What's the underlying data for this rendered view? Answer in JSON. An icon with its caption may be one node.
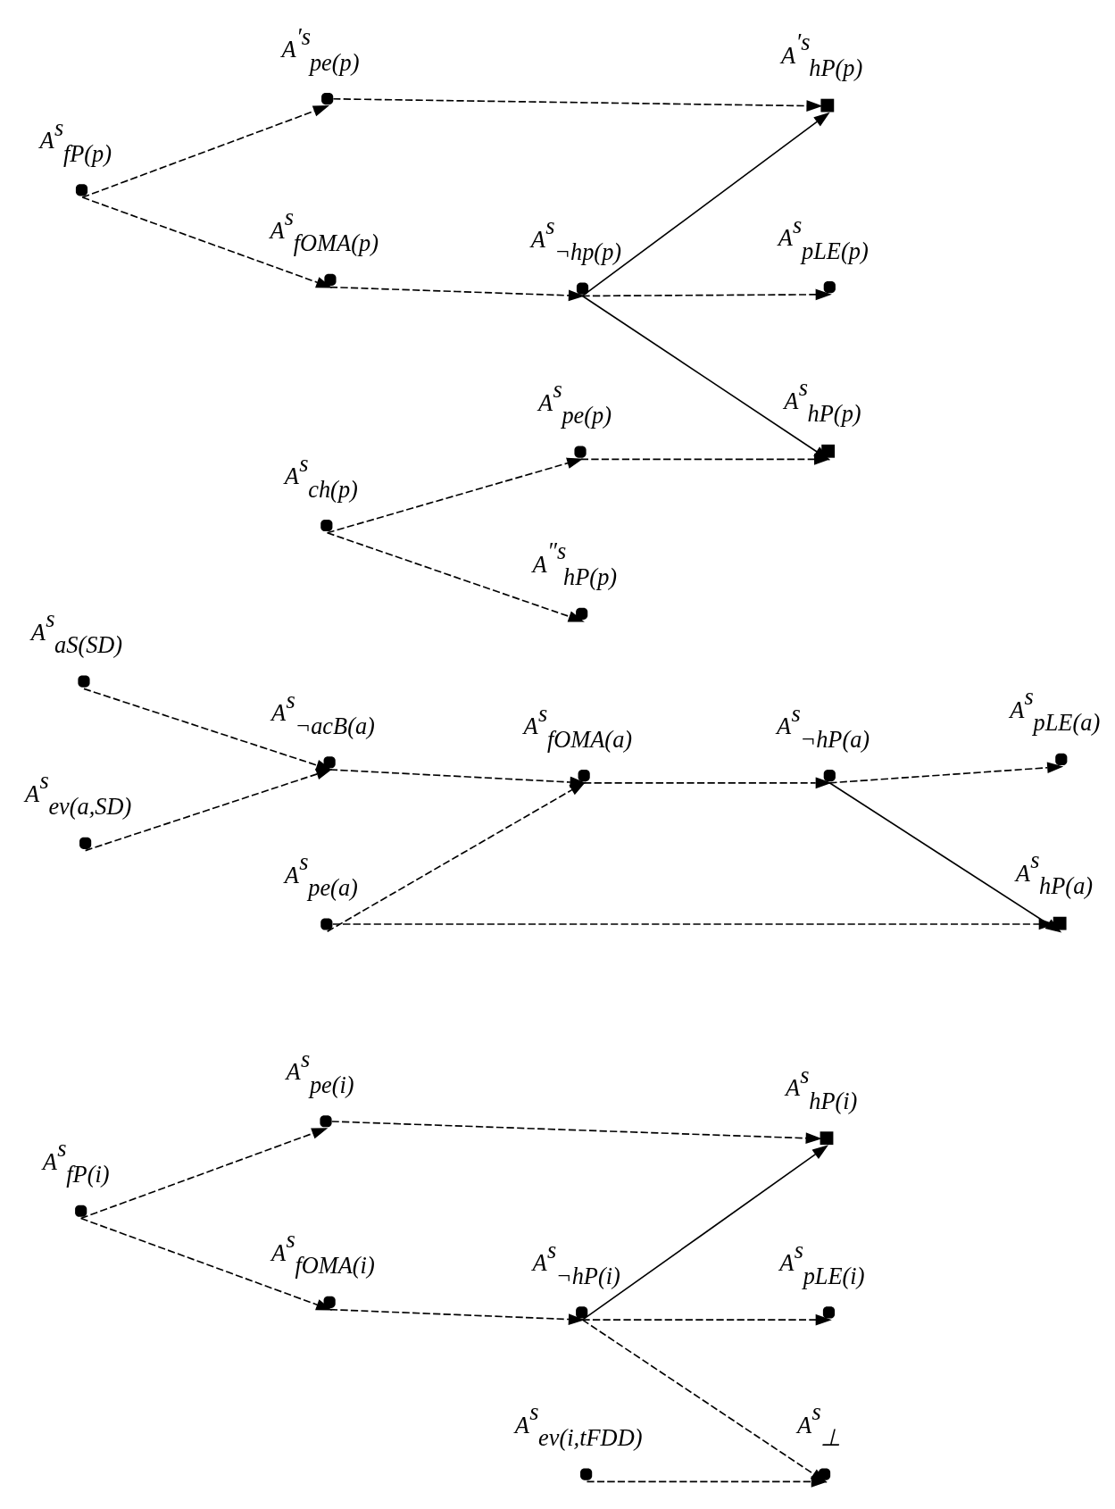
{
  "diagram": {
    "nodes": [
      {
        "text": [
          "A$^{s}$$_{fP(i)}$"
        ]
      },
      {
        "text": [
          "A$^{s}$$_{pe(i)}$"
        ]
      },
      {
        "text": [
          "A$^{s}$$_{hP(i)}$"
        ]
      },
      {
        "text": [
          "A$^{s}$$_{fOMA(i)}$"
        ]
      },
      {
        "text": [
          "A$^{s}$$_{¬hP(i)}$"
        ]
      },
      {
        "text": [
          "A$^{s}$$_{pLE(i)}$"
        ]
      },
      {
        "text": [
          "A$^{s}$$_{ev(i,tFDD)}$"
        ]
      },
      {
        "text": [
          "A$^{s}$$_{⊥}$"
        ]
      },
      {
        "text": [
          "A$^{s}$$_{aS(SD)}$"
        ]
      },
      {
        "text": [
          "A$^{s}$$_{ev(a,SD)}$"
        ]
      },
      {
        "text": [
          "A$^{s}$$_{¬acB(a)}$"
        ]
      },
      {
        "text": [
          "A$^{s}$$_{fOMA(a)}$"
        ]
      },
      {
        "text": [
          "A$^{s}$$_{¬hP(a)}$"
        ]
      },
      {
        "text": [
          "A$^{s}$$_{pLE(a)}$"
        ]
      },
      {
        "text": [
          "A$^{s}$$_{pe(a)}$"
        ]
      },
      {
        "text": [
          "A$^{s}$$_{hP(a)}$"
        ]
      },
      {
        "text": [
          "A$^{s}$$_{fOMA(p)}$"
        ]
      },
      {
        "text": [
          "A$^{s}$$_{¬hp(p)}$"
        ]
      },
      {
        "text": [
          "A$^{s}$$_{pLE(p)}$"
        ]
      },
      {
        "text": [
          "A$^{s}$$_{fP(p)}$"
        ]
      },
      {
        "text": [
          "A$^{′s}$$_{pe(p)}$"
        ]
      },
      {
        "text": [
          "A$^{′s}$$_{hP(p)}$"
        ]
      },
      {
        "text": [
          "A$^{s}$$_{ch(p)}$"
        ]
      },
      {
        "text": [
          "A$^{s}$$_{pe(p)}$"
        ]
      },
      {
        "text": [
          "A$^{s}$$_{hP(p)}$"
        ]
      },
      {
        "text": [
          "A$^{″s}$$_{hP(p)}$"
        ]
      }
    ],
    "edges": [
      {
        "from": 0,
        "to": 1,
        "arrow": "to",
        "style": "dashed"
      },
      {
        "from": 1,
        "to": 2,
        "arrow": "to",
        "style": "dashed"
      },
      {
        "from": 0,
        "to": 3,
        "arrow": "to",
        "style": "dashed"
      },
      {
        "from": 3,
        "to": 4,
        "arrow": "to",
        "style": "dashed"
      },
      {
        "from": 4,
        "to": 2,
        "arrow": "to"
      },
      {
        "from": 4,
        "to": 5,
        "arrow": "to",
        "style": "dashed"
      },
      {
        "from": 4,
        "to": 7,
        "arrow": "to",
        "style": "dashed"
      },
      {
        "from": 6,
        "to": 7,
        "arrow": "to",
        "style": "dashed"
      },
      {
        "from": 8,
        "to": 10,
        "arrow": "to",
        "style": "dashed"
      },
      {
        "from": 9,
        "to": 10,
        "arrow": "to",
        "style": "dashed"
      },
      {
        "from": 10,
        "to": 11,
        "arrow": "to",
        "style": "dashed"
      },
      {
        "from": 14,
        "to": 11,
        "arrow": "to",
        "style": "dashed"
      },
      {
        "from": 11,
        "to": 12,
        "arrow": "to",
        "style": "dashed"
      },
      {
        "from": 12,
        "to": 13,
        "arrow": "to",
        "style": "dashed"
      },
      {
        "from": 12,
        "to": 15,
        "arrow": "to"
      },
      {
        "from": 14,
        "to": 15,
        "arrow": "to",
        "style": "dashed"
      },
      {
        "from": 19,
        "to": 16,
        "arrow": "to",
        "style": "dashed"
      },
      {
        "from": 16,
        "to": 17,
        "arrow": "to",
        "style": "dashed"
      },
      {
        "from": 17,
        "to": 18,
        "arrow": "to",
        "style": "dashed"
      },
      {
        "from": 19,
        "to": 20,
        "arrow": "to",
        "style": "dashed"
      },
      {
        "from": 20,
        "to": 21,
        "arrow": "to",
        "style": "dashed"
      },
      {
        "from": 17,
        "to": 21,
        "arrow": "to"
      },
      {
        "from": 17,
        "to": 24,
        "arrow": "to"
      },
      {
        "from": 22,
        "to": 23,
        "arrow": "to",
        "style": "dashed"
      },
      {
        "from": 23,
        "to": 24,
        "arrow": "to",
        "style": "dashed"
      },
      {
        "from": 22,
        "to": 25,
        "arrow": "to",
        "style": "dashed"
      }
    ]
  }
}
